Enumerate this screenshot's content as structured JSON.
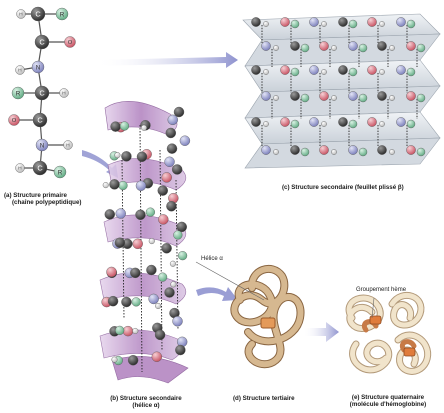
{
  "figure": {
    "atoms": {
      "carbon": "C",
      "nitrogen": "N",
      "oxygen": "O",
      "hydrogen": "H",
      "r_group": "R"
    },
    "colors": {
      "carbon": "#3b3b3b",
      "nitrogen": "#8f93c9",
      "oxygen": "#d7737e",
      "hydrogen": "#f2f2f2",
      "r_group": "#8ecaa9",
      "helix_ribbon": "#b487c2",
      "sheet_plane": "#dfe4ea",
      "arrow": "#8f93cf",
      "tertiary_fold": "#c9a77f",
      "quaternary_fold": "#e4d3b4",
      "heme": "#d8823a"
    },
    "labels": {
      "primary_label": "(a) Structure primaire",
      "primary_sub": "(chaîne polypeptidique)",
      "sheet_label": "(c) Structure secondaire (feuillet plissé β)",
      "helix_label": "(b) Structure secondaire",
      "helix_sub": "(hélice α)",
      "tertiary_label": "(d) Structure tertiaire",
      "quaternary_label": "(e) Structure quaternaire",
      "quaternary_sub": "(molécule d'hémoglobine)",
      "helix_callout": "Hélice α",
      "heme_callout": "Groupement hème"
    }
  }
}
